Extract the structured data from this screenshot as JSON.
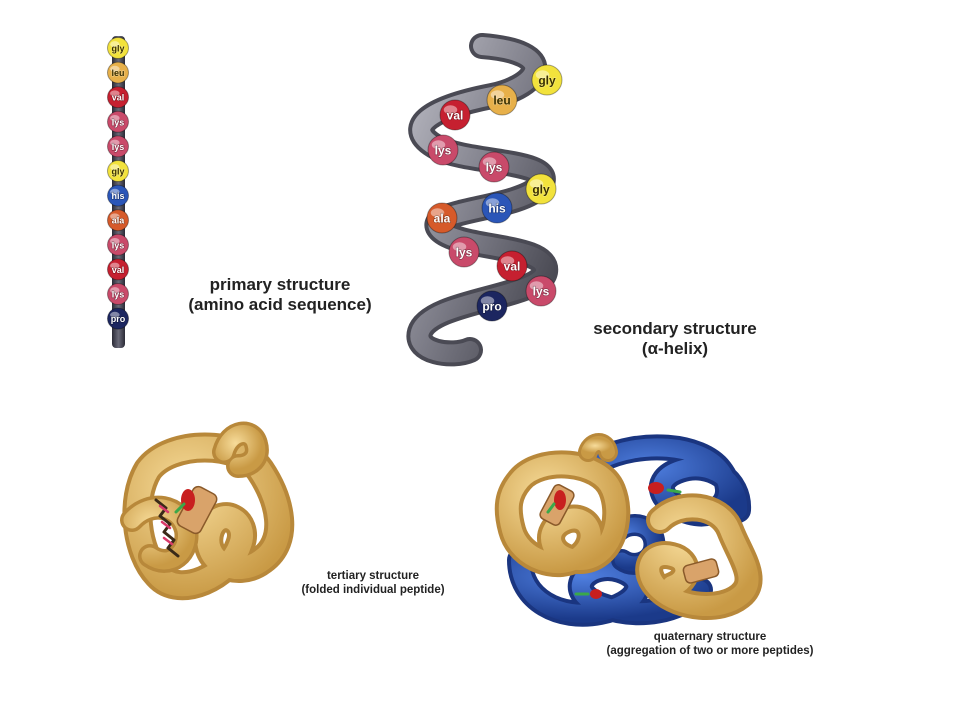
{
  "primary": {
    "title": "primary structure",
    "subtitle": "(amino acid sequence)",
    "sequence": [
      "gly",
      "leu",
      "val",
      "lys",
      "lys",
      "gly",
      "his",
      "ala",
      "lys",
      "val",
      "lys",
      "pro"
    ]
  },
  "secondary": {
    "title": "secondary structure",
    "subtitle": "(α-helix)",
    "beads": [
      "gly",
      "leu",
      "val",
      "lys",
      "lys",
      "gly",
      "his",
      "ala",
      "lys",
      "val",
      "lys",
      "pro"
    ]
  },
  "tertiary": {
    "title": "tertiary structure",
    "subtitle": "(folded individual peptide)"
  },
  "quaternary": {
    "title": "quaternary structure",
    "subtitle": "(aggregation of two or more peptides)"
  },
  "colors": {
    "gly": "#f2e23c",
    "leu": "#e7b04a",
    "val": "#c62030",
    "lys": "#c94a6a",
    "his": "#2b56b8",
    "ala": "#d65a2a",
    "pro": "#1c2660",
    "ribbon": "#8d8d96",
    "ribbon_dark": "#45454e",
    "tan": "#e6be6a",
    "blue": "#2c57b5"
  }
}
